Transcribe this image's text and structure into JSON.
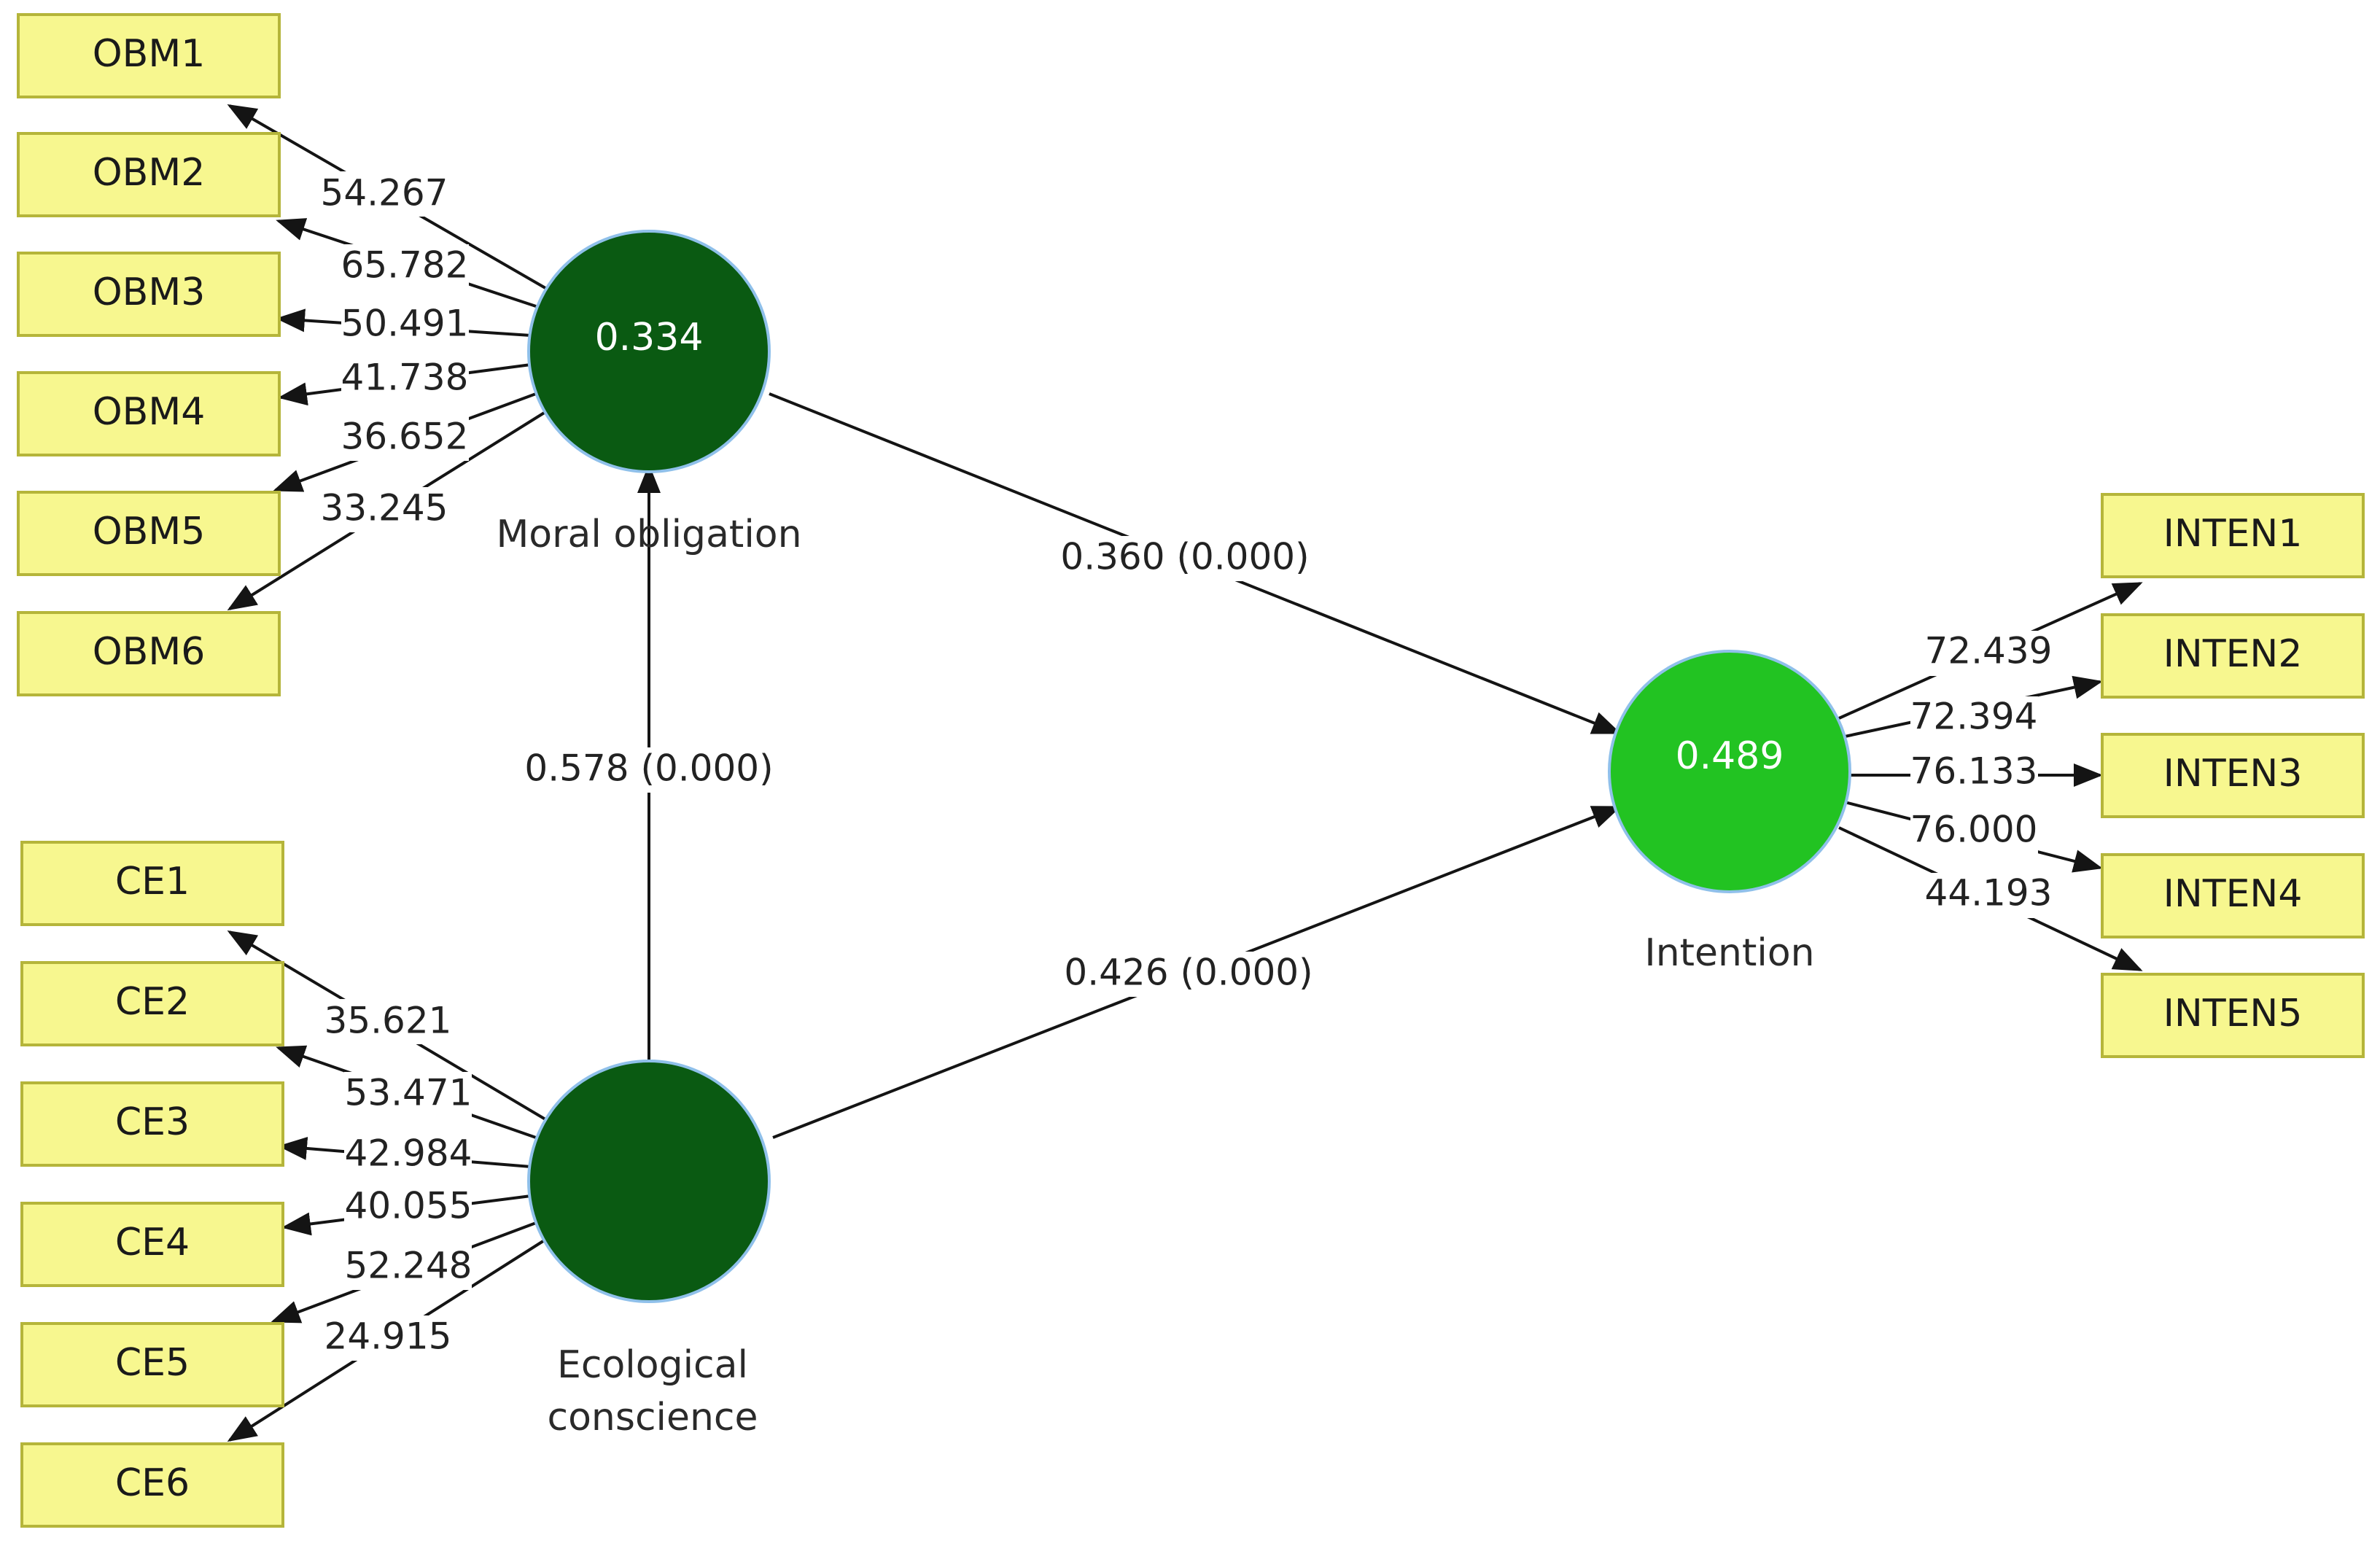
{
  "colors": {
    "construct_dark": "#0a5a12",
    "construct_light": "#22c322",
    "indicator_fill": "#f7f78f",
    "indicator_border": "#b5b53a",
    "arrow": "#141414"
  },
  "constructs": {
    "moral_obligation": {
      "label": "Moral obligation",
      "r2": "0.334",
      "indicators": [
        {
          "name": "OBM1",
          "loading": "54.267"
        },
        {
          "name": "OBM2",
          "loading": "65.782"
        },
        {
          "name": "OBM3",
          "loading": "50.491"
        },
        {
          "name": "OBM4",
          "loading": "41.738"
        },
        {
          "name": "OBM5",
          "loading": "36.652"
        },
        {
          "name": "OBM6",
          "loading": "33.245"
        }
      ]
    },
    "ecological_conscience": {
      "label_line1": "Ecological",
      "label_line2": "conscience",
      "indicators": [
        {
          "name": "CE1",
          "loading": "35.621"
        },
        {
          "name": "CE2",
          "loading": "53.471"
        },
        {
          "name": "CE3",
          "loading": "42.984"
        },
        {
          "name": "CE4",
          "loading": "40.055"
        },
        {
          "name": "CE5",
          "loading": "52.248"
        },
        {
          "name": "CE6",
          "loading": "24.915"
        }
      ]
    },
    "intention": {
      "label": "Intention",
      "r2": "0.489",
      "indicators": [
        {
          "name": "INTEN1",
          "loading": "72.439"
        },
        {
          "name": "INTEN2",
          "loading": "72.394"
        },
        {
          "name": "INTEN3",
          "loading": "76.133"
        },
        {
          "name": "INTEN4",
          "loading": "76.000"
        },
        {
          "name": "INTEN5",
          "loading": "44.193"
        }
      ]
    }
  },
  "paths": {
    "mo_to_int": "0.360 (0.000)",
    "ce_to_mo": "0.578 (0.000)",
    "ce_to_int": "0.426 (0.000)"
  }
}
